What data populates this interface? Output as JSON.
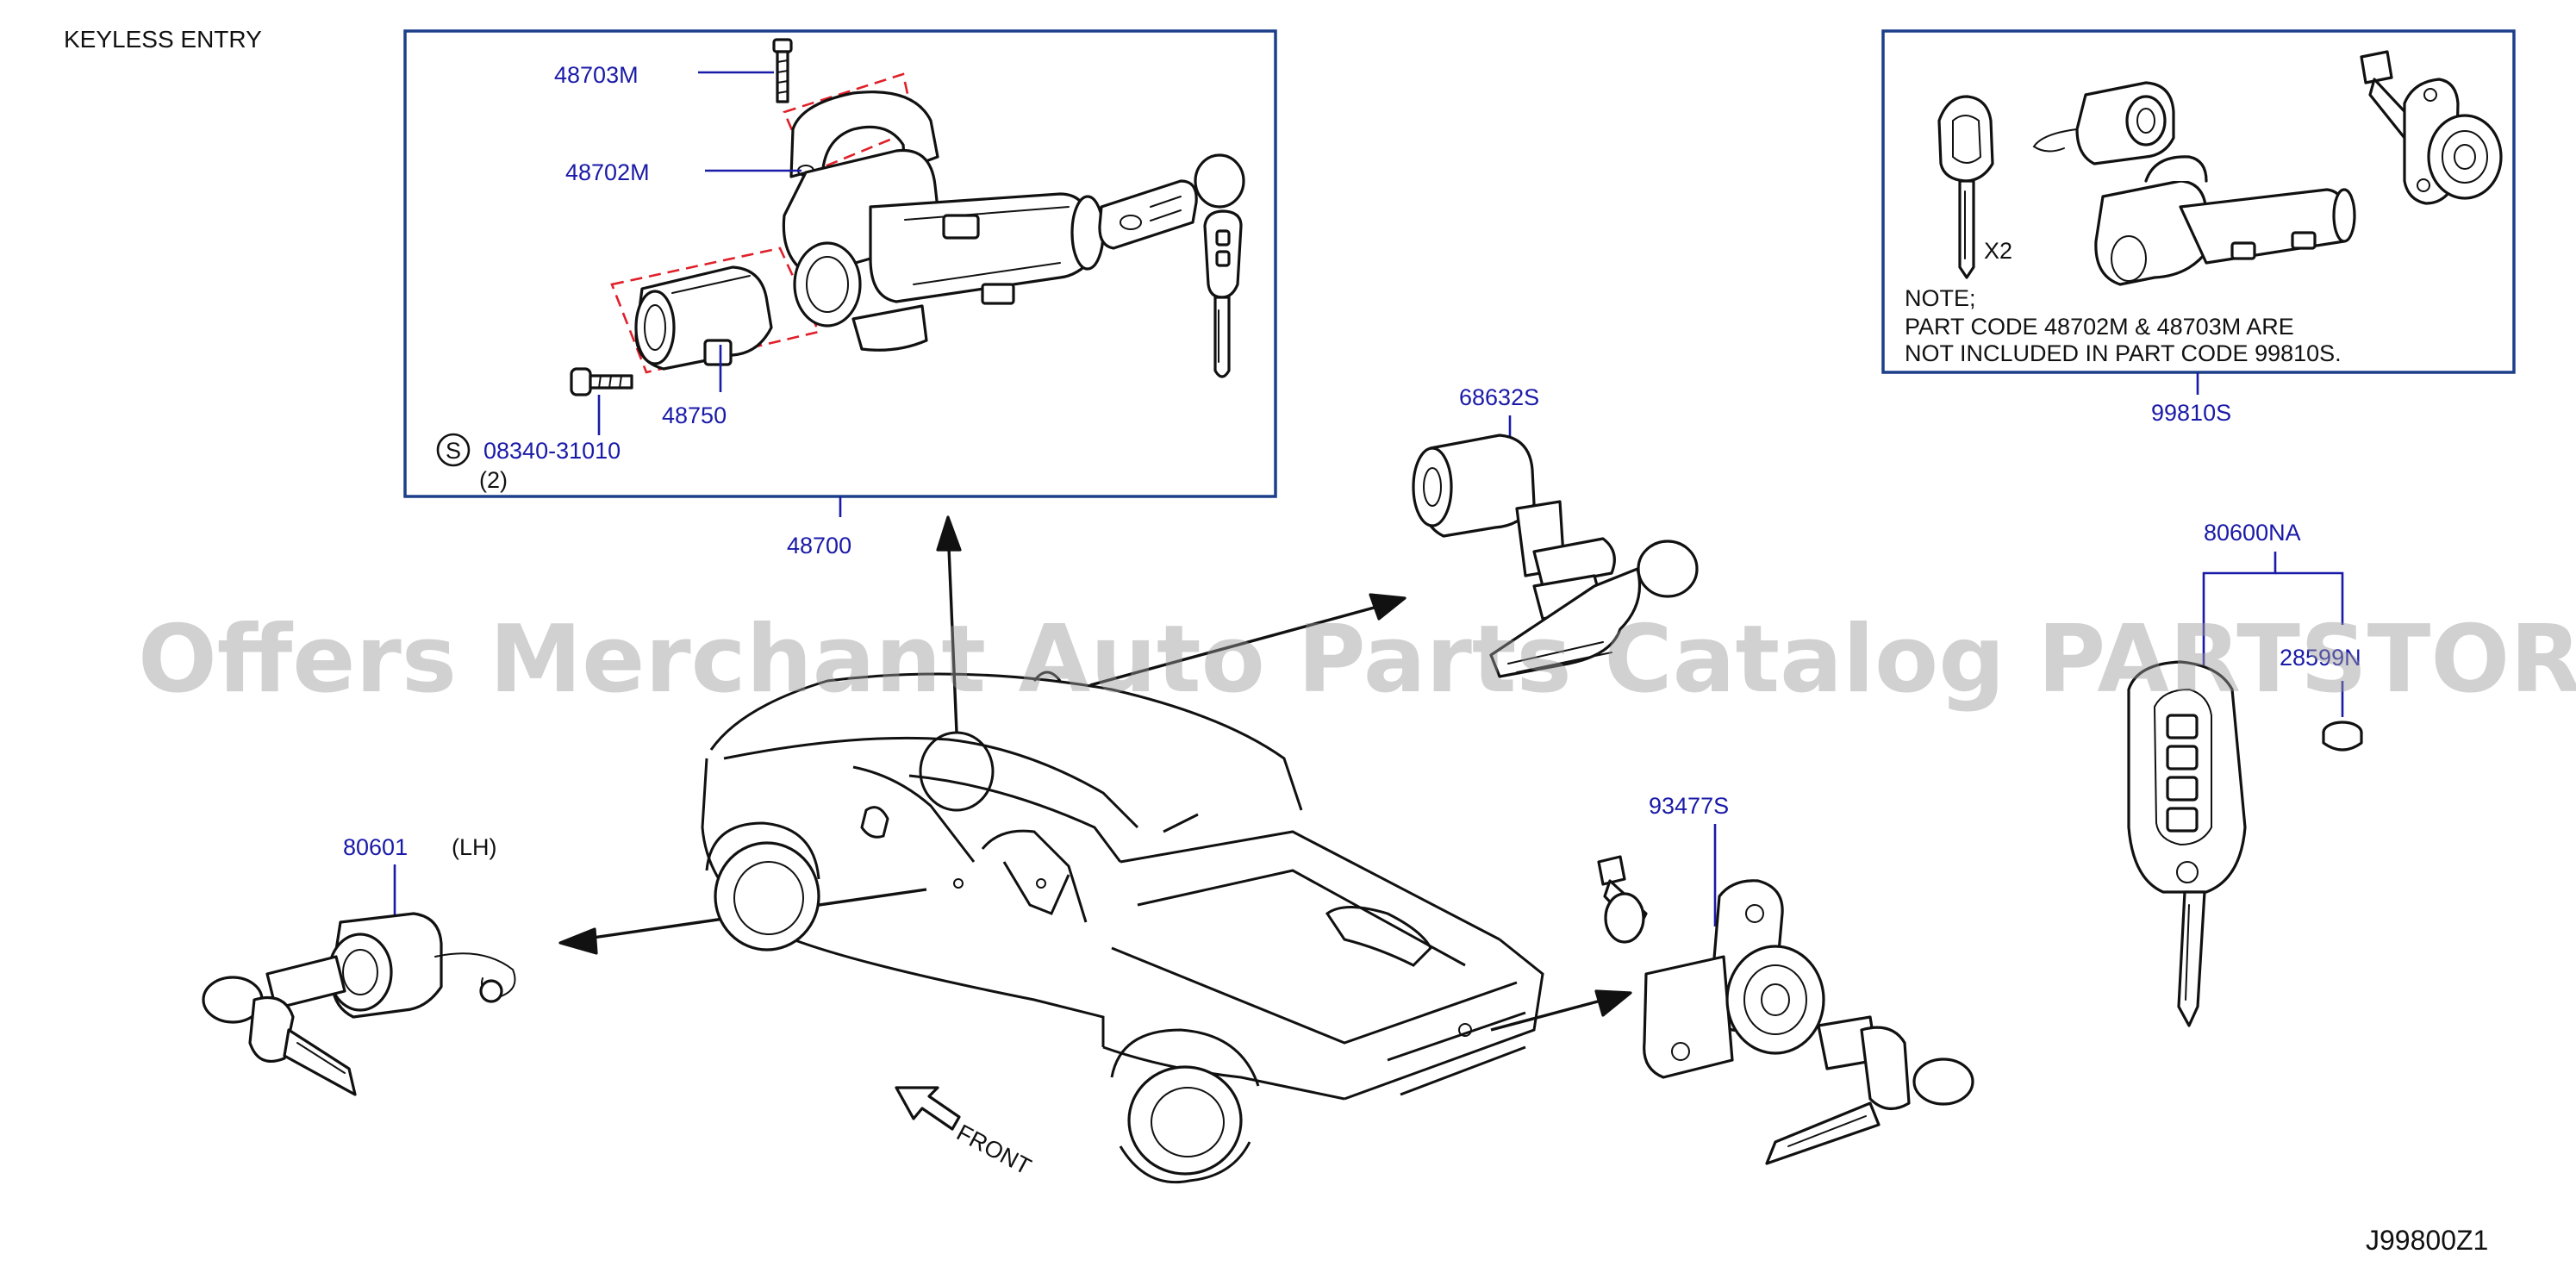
{
  "header": {
    "title": "KEYLESS  ENTRY"
  },
  "footer": {
    "diagram_code": "J99800Z1"
  },
  "watermark": "Offers Merchant Auto Parts Catalog PARTSTORE.SA",
  "callouts": {
    "p48703M": "48703M",
    "p48702M": "48702M",
    "p48750": "48750",
    "p08340": "08340-31010",
    "s_symbol": "S",
    "qty2": "(2)",
    "p48700": "48700",
    "p68632S": "68632S",
    "p99810S": "99810S",
    "x2": "X2",
    "p80600NA": "80600NA",
    "p28599": "28599N",
    "p80601": "80601",
    "lh": "(LH)",
    "p93477S": "93477S",
    "front": "FRONT"
  },
  "note": {
    "line1": "NOTE;",
    "line2": "PART   CODE  48702M  &  48703M  ARE",
    "line3": "NOT  INCLUDED  IN  PART  CODE  99810S."
  },
  "colors": {
    "callout": "#1a1aa8",
    "box_border": "#1c3f8a",
    "dashed_outline": "#e0202a",
    "linework": "#111111",
    "watermark": "#9a9a9a"
  }
}
